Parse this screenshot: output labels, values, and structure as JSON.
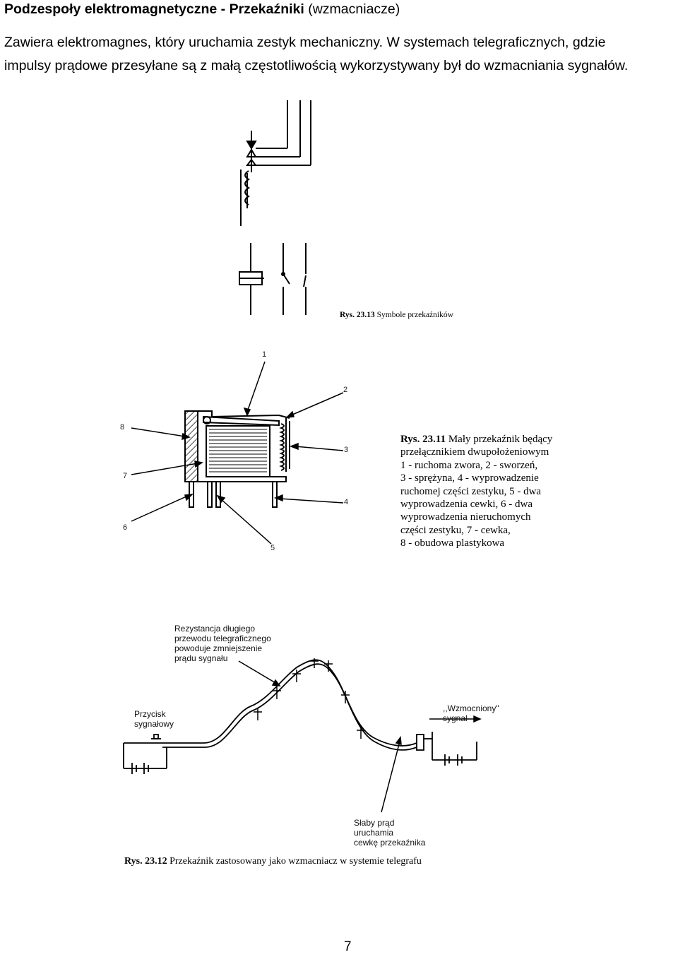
{
  "header": {
    "title_bold": "Podzespoły elektromagnetyczne - Przekaźniki",
    "title_rest": " (wzmacniacze)"
  },
  "intro": {
    "line1": "Zawiera elektromagnes, który uruchamia zestyk mechaniczny. W systemach telegraficznych, gdzie",
    "line2": "impulsy prądowe przesyłane są z małą częstotliwością wykorzystywany był do wzmacniania sygnałów."
  },
  "figure_23_13": {
    "caption_bold": "Rys. 23.13",
    "caption_rest": " Symbole przekaźników"
  },
  "figure_23_11": {
    "labels": [
      "1",
      "2",
      "3",
      "4",
      "5",
      "6",
      "7",
      "8"
    ],
    "caption_bold": "Rys. 23.11",
    "caption_lines": [
      " Mały przekaźnik będący",
      "przełącznikiem dwupołożeniowym",
      "1 - ruchoma zwora, 2 - sworzeń,",
      "3 - sprężyna, 4 - wyprowadzenie",
      "ruchomej części zestyku, 5 - dwa",
      "wyprowadzenia cewki, 6 - dwa",
      "wyprowadzenia nieruchomych",
      "części zestyku, 7 - cewka,",
      "8 - obudowa plastykowa"
    ]
  },
  "figure_23_12": {
    "label_resistance": [
      "Rezystancja długiego",
      "przewodu telegraficznego",
      "powoduje zmniejszenie",
      "prądu sygnału"
    ],
    "label_button": [
      "Przycisk",
      "sygnałowy"
    ],
    "label_amplified": [
      ",,Wzmocniony\"",
      "sygnał"
    ],
    "label_weak": [
      "Słaby prąd",
      "uruchamia",
      "cewkę przekaźnika"
    ],
    "caption_bold": "Rys. 23.12",
    "caption_rest": " Przekaźnik zastosowany jako wzmacniacz w systemie telegrafu"
  },
  "page_number": "7"
}
